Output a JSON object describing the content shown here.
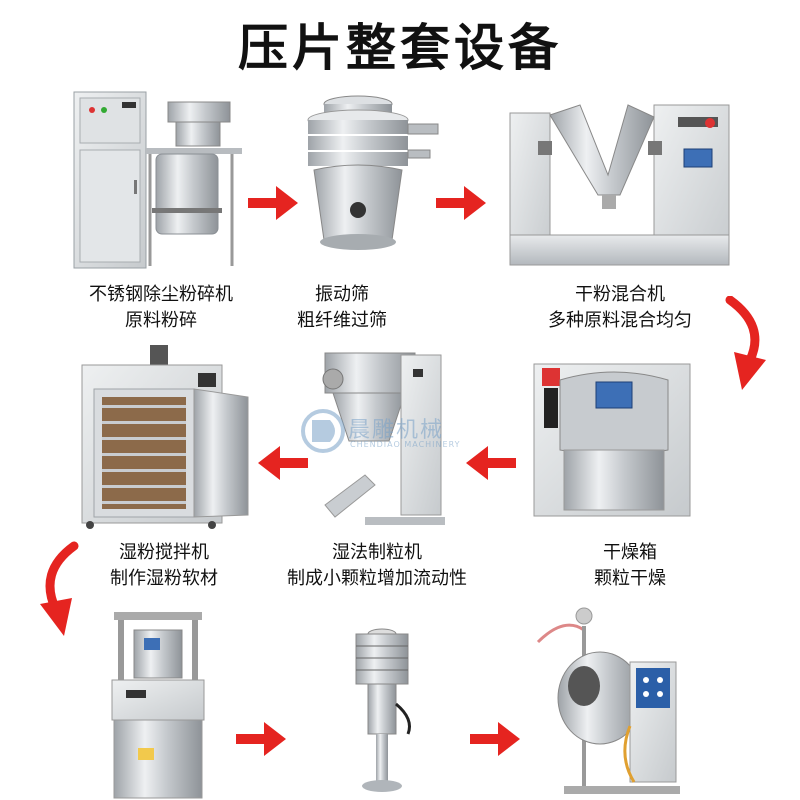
{
  "title": "压片整套设备",
  "watermark": {
    "name": "晨雕机械",
    "sub": "CHENDIAO MACHINERY"
  },
  "accent_color": "#e52420",
  "steps": [
    {
      "line1": "不锈钢除尘粉碎机",
      "line2": "原料粉碎",
      "icon": "pulverizer-machine"
    },
    {
      "line1": "振动筛",
      "line2": "粗纤维过筛",
      "icon": "vibrating-sieve"
    },
    {
      "line1": "干粉混合机",
      "line2": "多种原料混合均匀",
      "icon": "v-mixer"
    },
    {
      "line1": "湿粉搅拌机",
      "line2": "制作湿粉软材",
      "icon": "drying-oven"
    },
    {
      "line1": "湿法制粒机",
      "line2": "制成小颗粒增加流动性",
      "icon": "granulator"
    },
    {
      "line1": "干燥箱",
      "line2": "颗粒干燥",
      "icon": "wet-mixer"
    },
    {
      "icon": "tablet-press"
    },
    {
      "icon": "deduster"
    },
    {
      "icon": "coating-machine"
    }
  ]
}
